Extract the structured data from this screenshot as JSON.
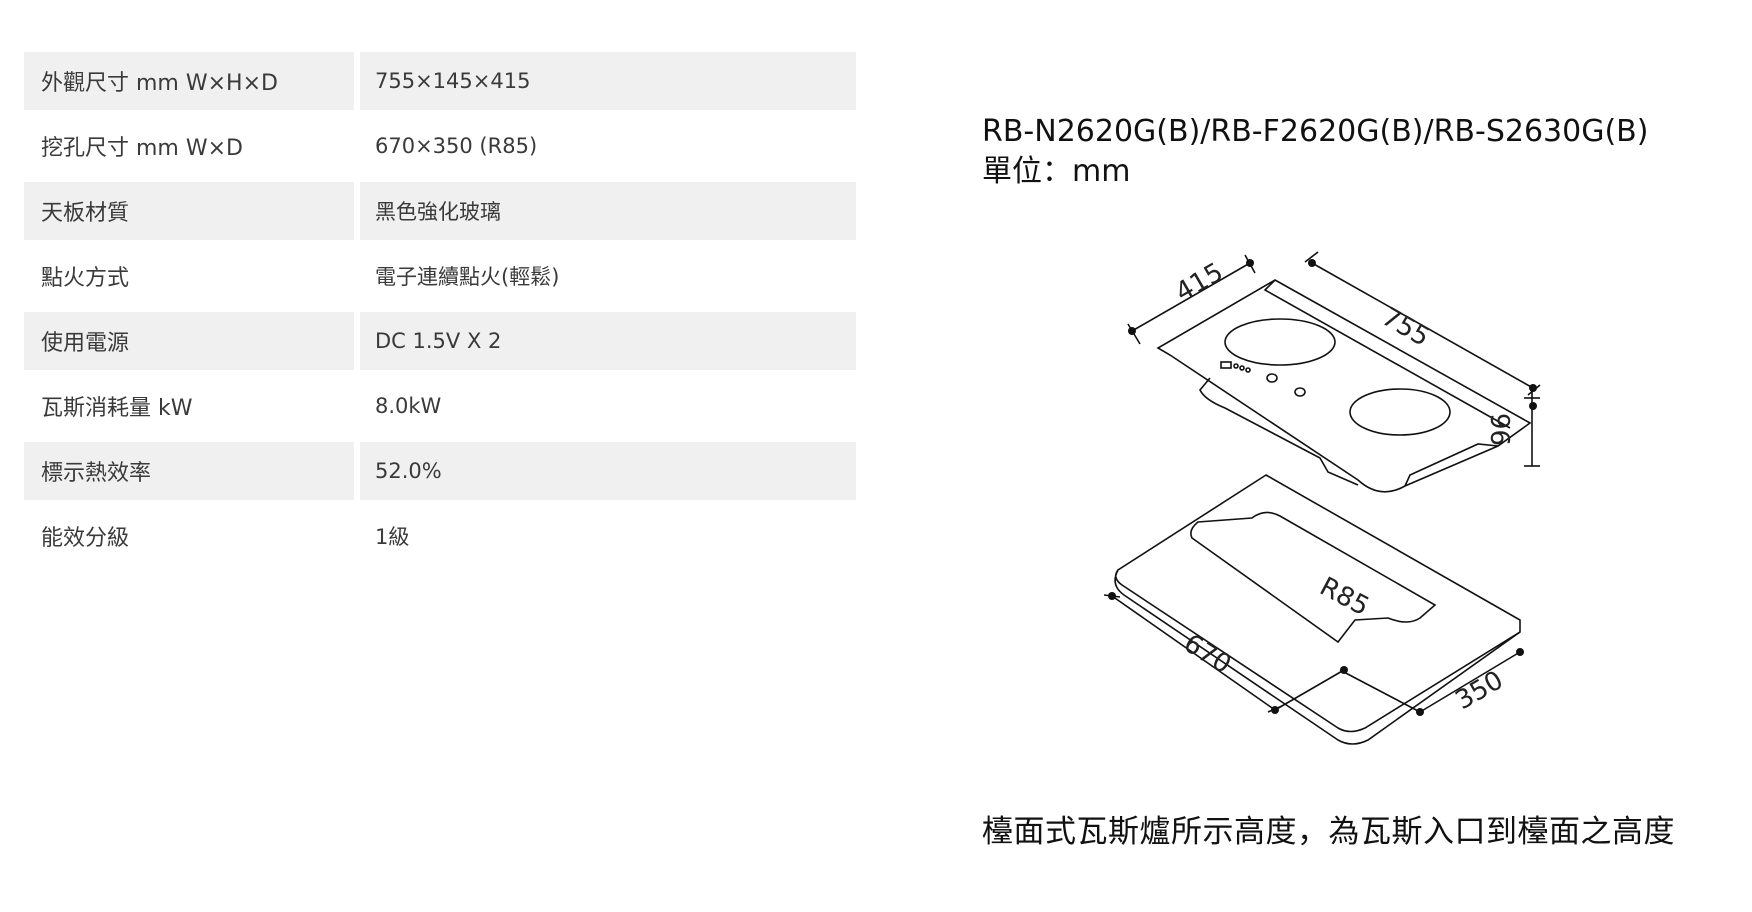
{
  "specs": [
    {
      "label": "外觀尺寸 mm W×H×D",
      "value": "755×145×415"
    },
    {
      "label": "挖孔尺寸 mm W×D",
      "value": "670×350 (R85)"
    },
    {
      "label": "天板材質",
      "value": "黑色強化玻璃"
    },
    {
      "label": "點火方式",
      "value": "電子連續點火(輕鬆)"
    },
    {
      "label": "使用電源",
      "value": "DC 1.5V X 2"
    },
    {
      "label": "瓦斯消耗量 kW",
      "value": "8.0kW"
    },
    {
      "label": "標示熱效率",
      "value": "52.0%"
    },
    {
      "label": "能效分級",
      "value": "1級"
    }
  ],
  "diagram": {
    "model": "RB-N2620G(B)/RB-F2620G(B)/RB-S2630G(B)",
    "unit": "單位：mm",
    "dims": {
      "depth": "415",
      "width": "755",
      "height": "96",
      "cutout_width": "670",
      "cutout_depth": "350",
      "radius": "R85"
    }
  },
  "footnote": "檯面式瓦斯爐所示高度，為瓦斯入口到檯面之高度"
}
